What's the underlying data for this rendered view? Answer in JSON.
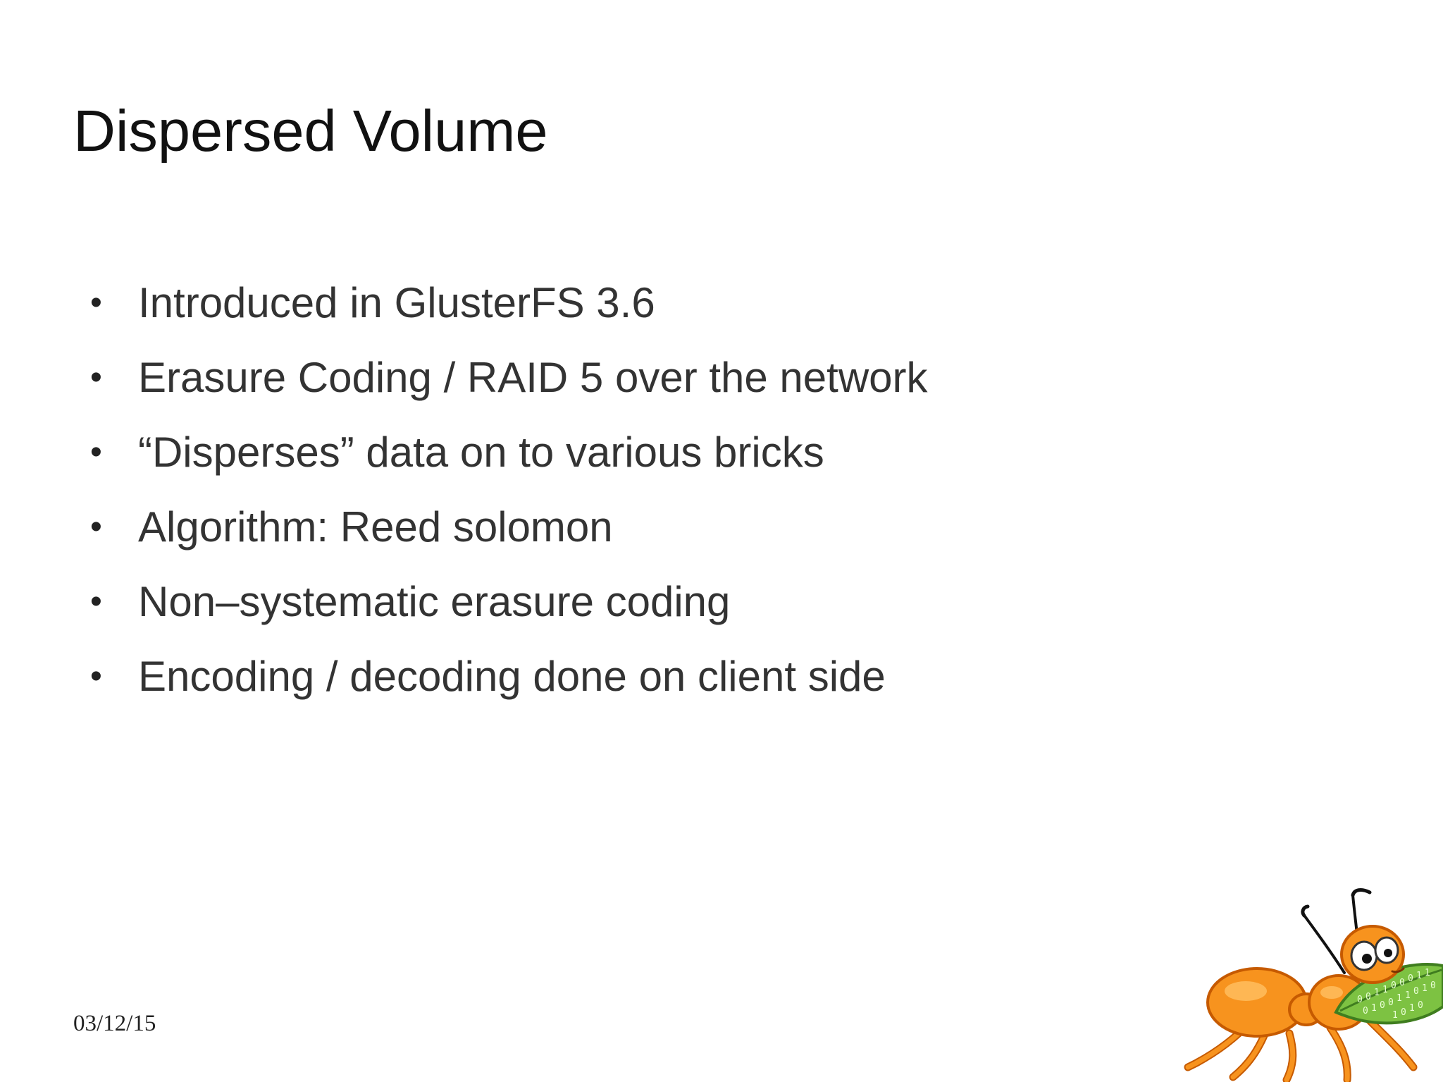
{
  "slide": {
    "title": "Dispersed Volume",
    "bullets": [
      {
        "text": "Introduced in GlusterFS 3.6"
      },
      {
        "text": "Erasure Coding / RAID 5 over the network"
      },
      {
        "text": "“Disperses” data on to various bricks"
      },
      {
        "text": "Algorithm: Reed solomon"
      },
      {
        "text": "Non–systematic erasure coding"
      },
      {
        "text": "Encoding / decoding done on client side"
      }
    ],
    "bullet_glyph": "•",
    "date": "03/12/15",
    "logo": {
      "icon": "gluster-ant-mascot-icon",
      "leaf_digits": "0011000110100110101010"
    }
  },
  "colors": {
    "background": "#ffffff",
    "title": "#111111",
    "body_text": "#333333",
    "ant_orange": "#f7931e",
    "ant_outline": "#c65a00",
    "leaf_green": "#7dc242"
  }
}
